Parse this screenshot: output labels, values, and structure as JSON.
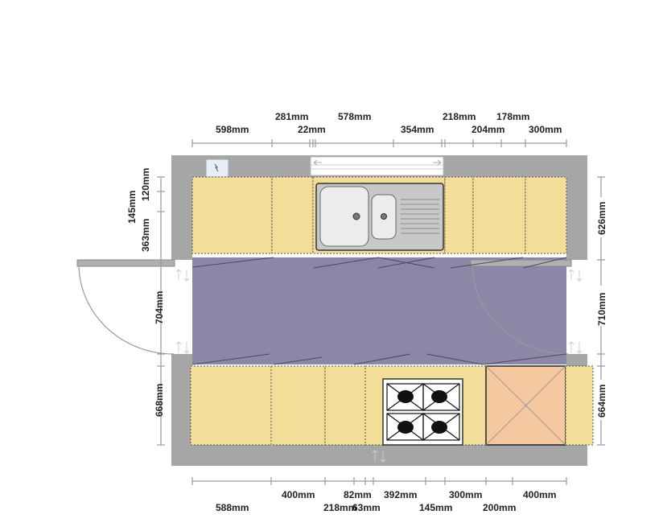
{
  "colors": {
    "wall": "#a6a6a6",
    "floor": "#8a88a6",
    "cabinet": "#f2de98",
    "appliance_box": "#f5c8a0",
    "dimension_line": "#999999"
  },
  "dimensions": {
    "top_row1": [
      "281mm",
      "578mm",
      "218mm",
      "178mm"
    ],
    "top_row2": [
      "598mm",
      "22mm",
      "354mm",
      "204mm",
      "300mm"
    ],
    "bottom_row1": [
      "400mm",
      "82mm",
      "392mm",
      "300mm",
      "400mm"
    ],
    "bottom_row2": [
      "588mm",
      "218mm",
      "63mm",
      "145mm",
      "200mm"
    ],
    "left": [
      "145mm",
      "120mm",
      "363mm",
      "704mm",
      "668mm"
    ],
    "right": [
      "626mm",
      "710mm",
      "664mm"
    ]
  },
  "icons": {
    "sink": "double-sink-icon",
    "hob": "four-burner-hob-icon",
    "door": "door-swing-icon",
    "window": "window-icon",
    "socket": "wall-socket-icon",
    "tall_unit": "tall-unit-cross-icon"
  }
}
